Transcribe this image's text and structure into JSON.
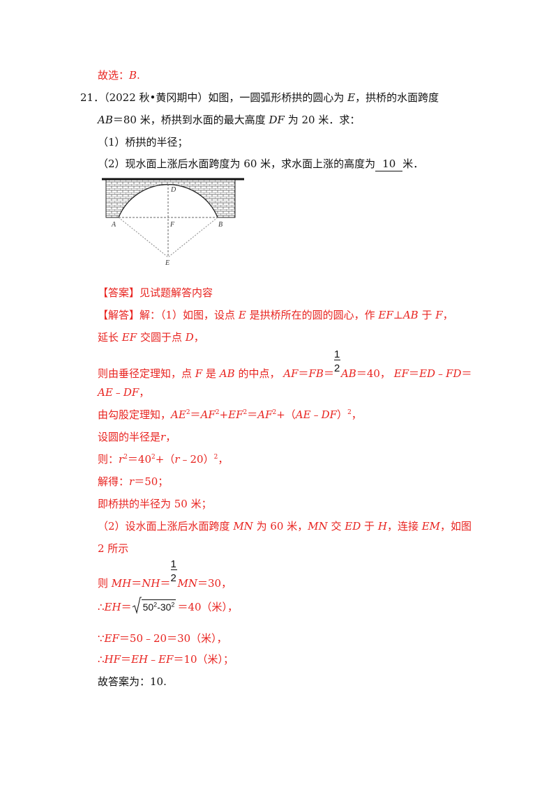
{
  "prev_choice": {
    "label": "故选：",
    "value": "B",
    "period": "."
  },
  "question": {
    "number": "21．",
    "line1": "（2022 秋•黄冈期中）如图，一圆弧形桥拱的圆心为",
    "E": "E",
    "line1b": "，拱桥的水面跨度",
    "line2a": "AB",
    "line2b": "＝80 米，桥拱到水面的最大高度",
    "line2c": "DF",
    "line2d": "为 20 米．求：",
    "part1": "（1）桥拱的半径；",
    "part2a": "（2）现水面上涨后水面跨度为 60 米，求水面上涨的高度为",
    "part2_blank": "10",
    "part2b": "米．"
  },
  "figure": {
    "labels": {
      "D": "D",
      "A": "A",
      "F": "F",
      "B": "B",
      "E": "E"
    },
    "colors": {
      "stroke": "#222222",
      "brick": "#555555",
      "dashed": "#777777"
    }
  },
  "answer": {
    "tag": "【答案】",
    "text": "见试题解答内容"
  },
  "solution": {
    "tag": "【解答】",
    "l1a": "解：（1）如图，设点",
    "l1b": "E",
    "l1c": "是拱桥所在的圆的圆心，作",
    "l1d": "EF",
    "l1e": "⊥",
    "l1f": "AB",
    "l1g": "于",
    "l1h": "F",
    "l1i": "，",
    "l2a": "延长",
    "l2b": "EF",
    "l2c": "交圆于点",
    "l2d": "D",
    "l2e": "，",
    "l3a": "则由垂径定理知，点",
    "l3b": "F",
    "l3c": "是",
    "l3d": "AB",
    "l3e": "的中点，",
    "l3f": "AF",
    "l3g": "＝",
    "l3h": "FB",
    "l3i": "＝",
    "frac_num": "1",
    "frac_den": "2",
    "l3j": "AB",
    "l3k": "＝40，",
    "l3l": "EF",
    "l3m": "＝",
    "l3n": "ED",
    "l3o": "﹣",
    "l3p": "FD",
    "l3q": "＝",
    "l4a": "AE",
    "l4b": "﹣",
    "l4c": "DF",
    "l4d": "，",
    "l5a": "由勾股定理知，",
    "l5b": "AE",
    "l5c": "＝",
    "l5d": "AF",
    "l5e": "+",
    "l5f": "EF",
    "l5g": "＝",
    "l5h": "AF",
    "l5i": "+（",
    "l5j": "AE",
    "l5k": "﹣",
    "l5l": "DF",
    "l5m": "）",
    "l5n": "，",
    "sq": "2",
    "l6a": "设圆的半径是",
    "l6b": "r",
    "l6c": "，",
    "l7a": "则：",
    "l7b": "r",
    "l7c": "＝40",
    "l7d": "+（",
    "l7e": "r",
    "l7f": "﹣20）",
    "l7g": "，",
    "l8a": "解得：",
    "l8b": "r",
    "l8c": "＝50；",
    "l9": "即桥拱的半径为 50 米；",
    "l10a": "（2）设水面上涨后水面跨度",
    "l10b": "MN",
    "l10c": "为 60 米，",
    "l10d": "MN",
    "l10e": "交",
    "l10f": "ED",
    "l10g": "于",
    "l10h": "H",
    "l10i": "，连接",
    "l10j": "EM",
    "l10k": "，如图",
    "l11": "2 所示",
    "l12a": "则",
    "l12b": "MH",
    "l12c": "＝",
    "l12d": "NH",
    "l12e": "＝",
    "l12f": "MN",
    "l12g": "＝30，",
    "l13a": "∴",
    "l13b": "EH",
    "l13c": "＝",
    "sqrt_a": "50",
    "sqrt_b": "-30",
    "l13d": "＝40（米），",
    "l14a": "∵",
    "l14b": "EF",
    "l14c": "＝50﹣20＝30（米），",
    "l15a": "∴",
    "l15b": "HF",
    "l15c": "＝",
    "l15d": "EH",
    "l15e": "﹣",
    "l15f": "EF",
    "l15g": "＝10（米）；",
    "l16": "故答案为：10."
  }
}
